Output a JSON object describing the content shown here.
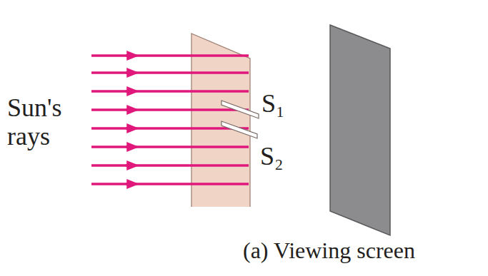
{
  "diagram": {
    "caption": "(a) Viewing screen",
    "labels": [
      "Sun's rays",
      "S₁",
      "S₂",
      "?"
    ]
  }
}
